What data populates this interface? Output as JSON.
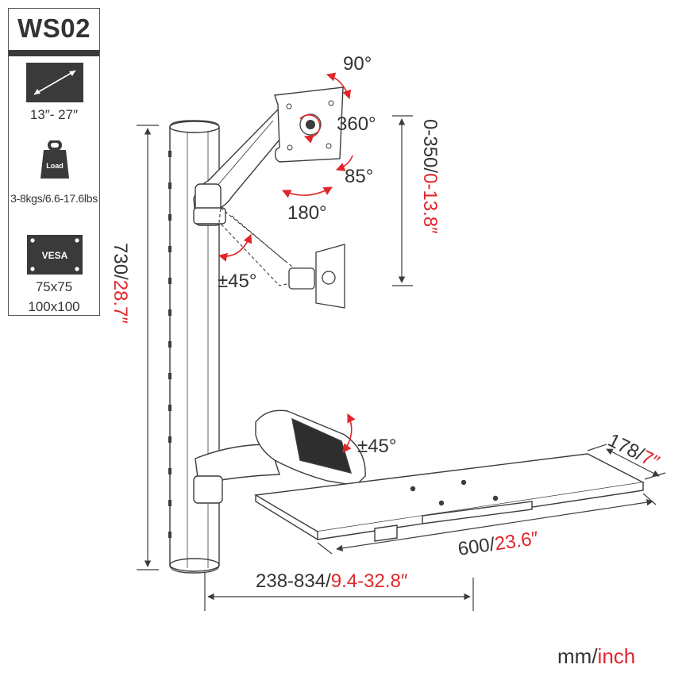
{
  "spec_panel": {
    "model": "WS02",
    "screen_size": "13″- 27″",
    "load_icon_label": "Load",
    "load_capacity": "3-8kgs/6.6-17.6lbs",
    "vesa_icon_label": "VESA",
    "vesa_size_1": "75x75",
    "vesa_size_2": "100x100"
  },
  "annotations": {
    "tilt_up": "90°",
    "rotate": "360°",
    "tilt_down": "85°",
    "swivel": "180°",
    "arm_angle": "±45°",
    "keyboard_angle": "±45°"
  },
  "dimensions": {
    "height_range": {
      "mm": "0-350/",
      "inch": "0-13.8″"
    },
    "pole_height": {
      "mm": "730/",
      "inch": "28.7″"
    },
    "reach": {
      "mm": "238-834/",
      "inch": "9.4-32.8″"
    },
    "tray_width": {
      "mm": "600/",
      "inch": "23.6″"
    },
    "tray_depth": {
      "mm": "178/",
      "inch": "7″"
    }
  },
  "units_legend": {
    "mm": "mm/",
    "inch": "inch"
  },
  "colors": {
    "ink": "#333333",
    "accent": "#e0262b",
    "line": "#3c3c3c"
  }
}
